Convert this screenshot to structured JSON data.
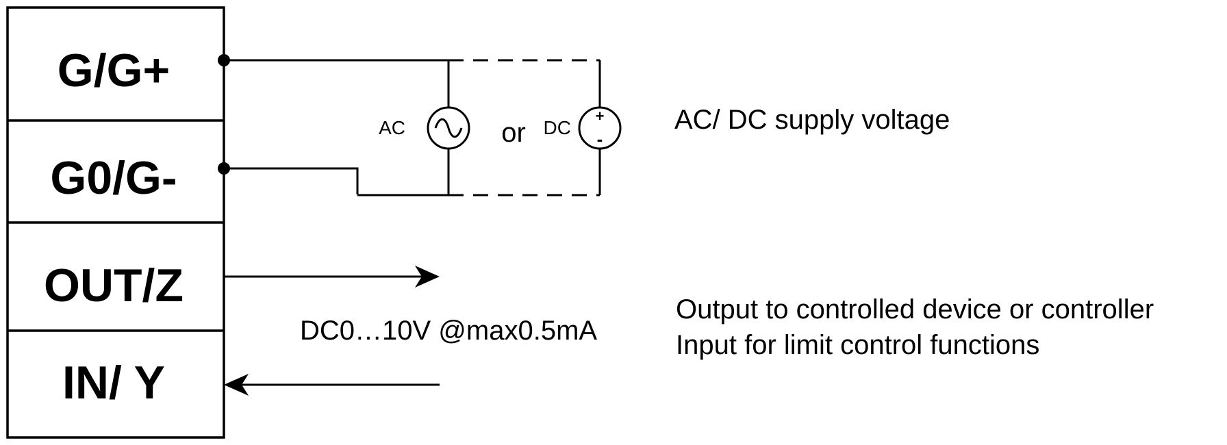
{
  "terminals": [
    {
      "label": "G/G+"
    },
    {
      "label": "G0/G-"
    },
    {
      "label": "OUT/Z"
    },
    {
      "label": "IN/ Y"
    }
  ],
  "supply": {
    "ac_label": "AC",
    "or_label": "or",
    "dc_label": "DC",
    "dc_plus": "+",
    "dc_minus": "-",
    "description": "AC/ DC supply voltage"
  },
  "signal": {
    "spec": "DC0…10V @max0.5mA",
    "output_description": "Output to controlled device or controller",
    "input_description": "Input for limit control functions"
  }
}
